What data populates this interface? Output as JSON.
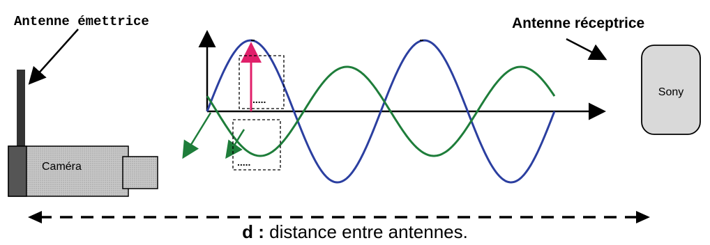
{
  "labels": {
    "emitter": "Antenne émettrice",
    "receiver": "Antenne réceptrice",
    "camera": "Caméra",
    "receiver_device": "Sony",
    "distance_prefix": "d :",
    "distance_text": " distance entre antennes.",
    "dots_upper": ".....",
    "dots_lower": "....."
  },
  "colors": {
    "blue_wave": "#2b3fa0",
    "green_wave": "#1e7d3a",
    "magenta_arrow": "#e0206a",
    "antenna": "#333333",
    "device_fill": "#d9d9d9"
  }
}
